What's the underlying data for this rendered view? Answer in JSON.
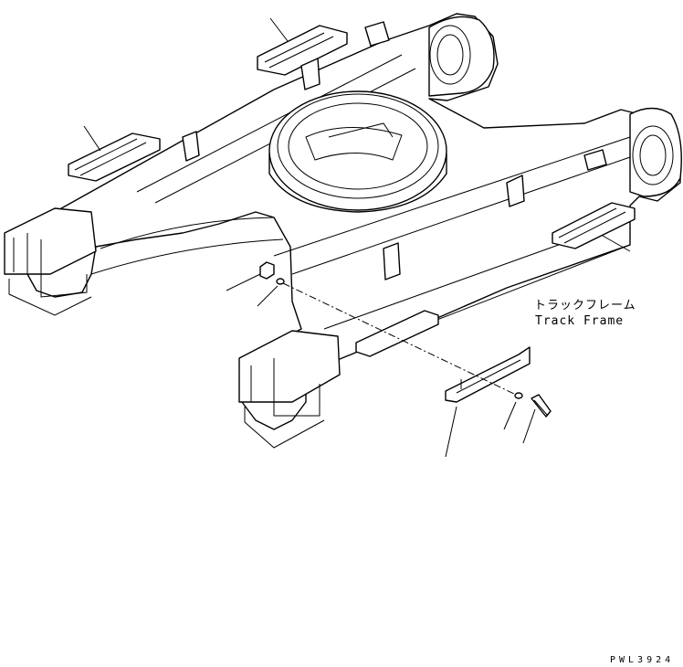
{
  "label": {
    "japanese": "トラックフレーム",
    "english": "Track Frame"
  },
  "drawing_code": "PWL3924"
}
